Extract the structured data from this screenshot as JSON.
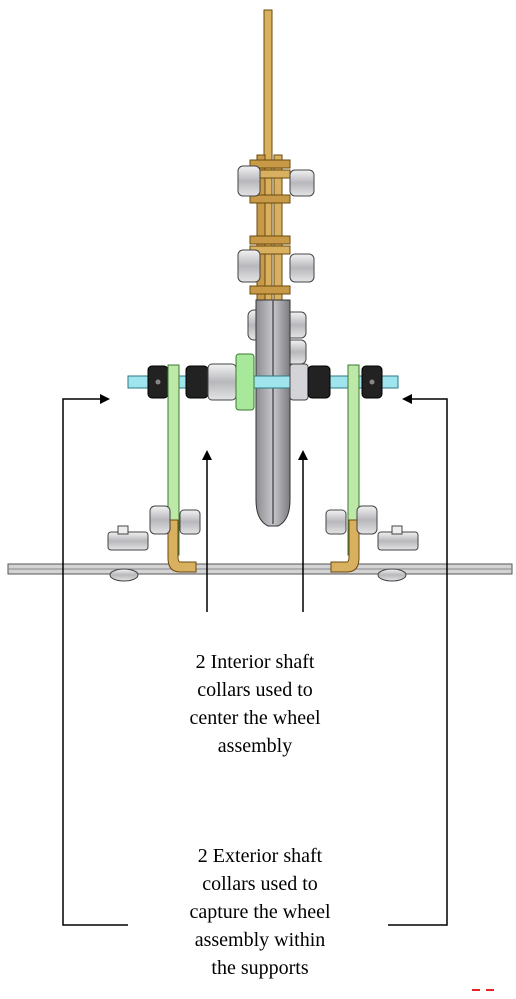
{
  "callouts": {
    "interior": {
      "lines": [
        "2 Interior shaft",
        "collars used to",
        "center the wheel",
        "assembly"
      ]
    },
    "exterior": {
      "lines": [
        "2 Exterior shaft",
        "collars used to",
        "capture the wheel",
        "assembly within",
        "the supports"
      ]
    }
  },
  "colors": {
    "bracket_tan": "#d2a85a",
    "bracket_dark": "#8a6a2a",
    "support_green": "#b9e6a8",
    "collar_green": "#a8e89a",
    "shaft_cyan": "#9fe3ee",
    "collar_black": "#1a1a1a",
    "wheel_gray": "#a8a8ac",
    "nut_gray": "#d0d0d4",
    "base_plate": "#c4c4c4",
    "accent_red": "#e8202a"
  }
}
